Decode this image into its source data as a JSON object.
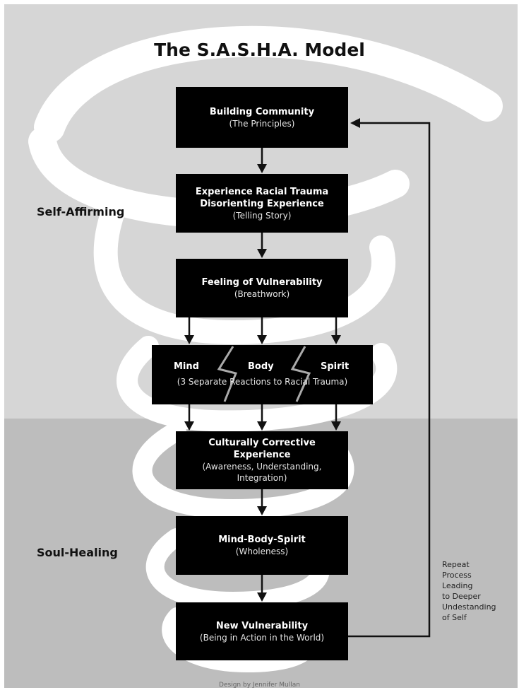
{
  "title": "The S.A.S.H.A. Model",
  "sections": {
    "top": "Self-Affirming",
    "bottom": "Soul-Healing"
  },
  "nodes": {
    "building_community": {
      "title": "Building Community",
      "subtitle": "(The Principles)"
    },
    "racial_trauma": {
      "title_1": "Experience Racial Trauma",
      "title_2": "Disorienting Experience",
      "subtitle": "(Telling Story)"
    },
    "vulnerability": {
      "title": "Feeling of Vulnerability",
      "subtitle": "(Breathwork)"
    },
    "reactions": {
      "mind": "Mind",
      "body": "Body",
      "spirit": "Spirit",
      "subtitle": "(3 Separate Reactions to Racial Trauma)"
    },
    "corrective": {
      "title_1": "Culturally Corrective",
      "title_2": "Experience",
      "subtitle_1": "(Awareness, Understanding,",
      "subtitle_2": "Integration)"
    },
    "wholeness": {
      "title": "Mind-Body-Spirit",
      "subtitle": "(Wholeness)"
    },
    "new_vulnerability": {
      "title": "New Vulnerability",
      "subtitle": "(Being in Action in the World)"
    }
  },
  "loop_note": [
    "Repeat",
    "Process",
    "Leading",
    "to Deeper",
    "Undestanding",
    "of Self"
  ],
  "credit": "Design by Jennifer Mullan",
  "colors": {
    "top_band": "#d6d6d6",
    "bottom_band": "#bdbdbd",
    "box": "#000000",
    "spiral": "#ffffff"
  }
}
